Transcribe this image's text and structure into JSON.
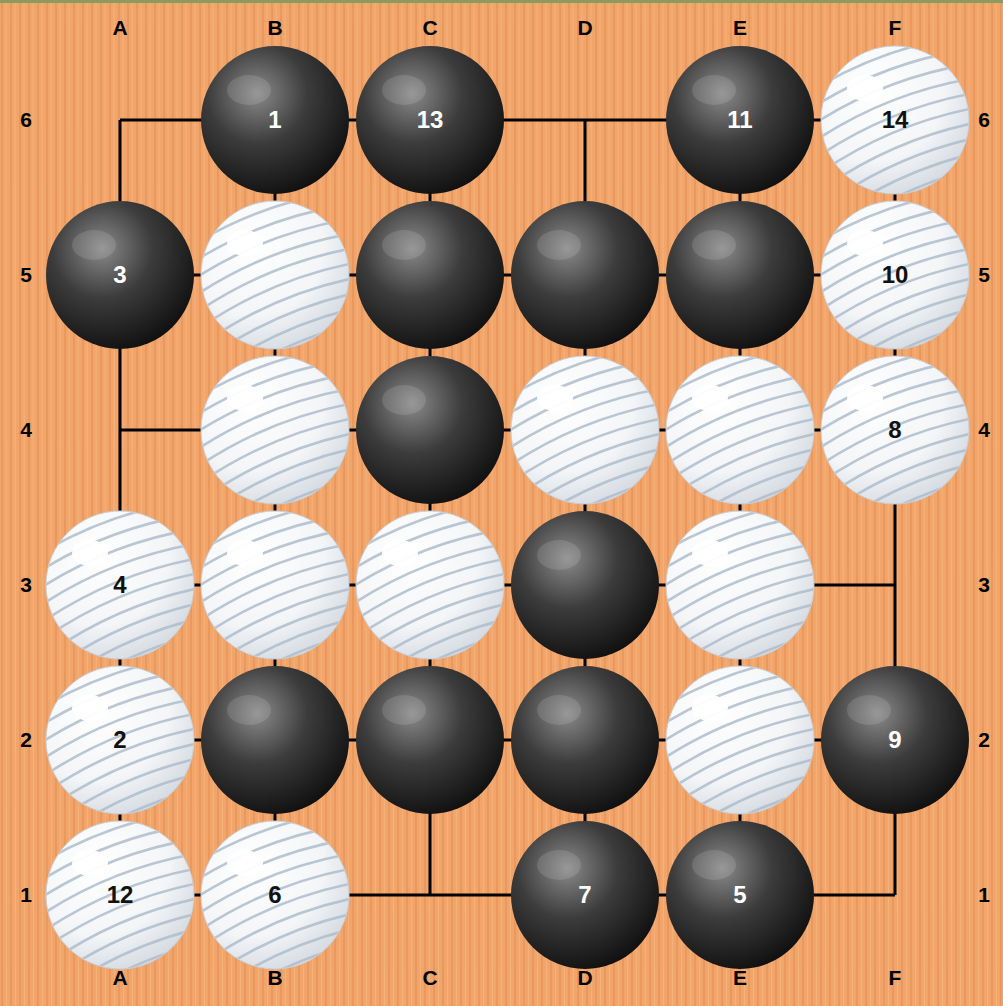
{
  "diagram": {
    "nodes": [
      {
        "text": [
          "1"
        ]
      },
      {
        "text": [
          "13"
        ]
      },
      {
        "text": [
          "11"
        ]
      },
      {
        "text": [
          "14"
        ]
      },
      {
        "text": [
          "3"
        ]
      },
      {
        "text": [
          "10"
        ]
      },
      {
        "text": [
          "8"
        ]
      },
      {
        "text": [
          "4"
        ]
      },
      {
        "text": [
          "2"
        ]
      },
      {
        "text": [
          "9"
        ]
      },
      {
        "text": [
          "12"
        ]
      },
      {
        "text": [
          "6"
        ]
      },
      {
        "text": [
          "7"
        ]
      },
      {
        "text": [
          "5"
        ]
      }
    ],
    "labels": [
      "A",
      "B",
      "C",
      "D",
      "E",
      "F",
      "6",
      "6",
      "5",
      "5",
      "4",
      "4",
      "3",
      "3",
      "2",
      "2",
      "1",
      "1",
      "A",
      "B",
      "C",
      "D",
      "E",
      "F"
    ]
  }
}
